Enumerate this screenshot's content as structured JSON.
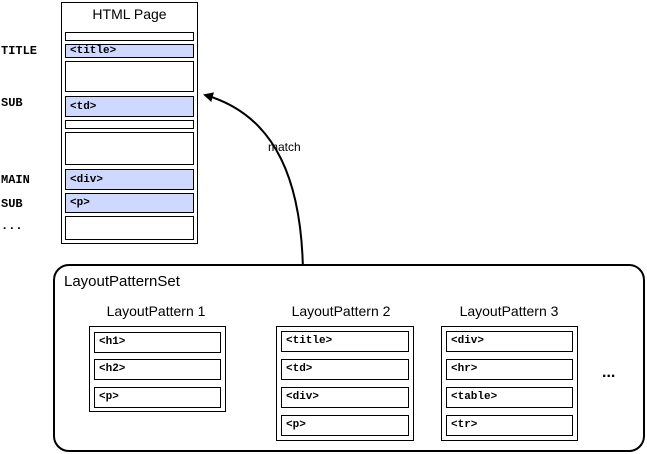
{
  "html_page": {
    "title": "HTML Page",
    "slots": [
      "",
      "<title>",
      "",
      "<td>",
      "",
      "",
      "<div>",
      "<p>",
      ""
    ],
    "roles": [
      "TITLE",
      "SUB",
      "MAIN",
      "SUB",
      "..."
    ]
  },
  "match_label": "match",
  "layout_pattern_set": {
    "title": "LayoutPatternSet",
    "patterns": [
      {
        "title": "LayoutPattern 1",
        "items": [
          "<h1>",
          "<h2>",
          "<p>"
        ]
      },
      {
        "title": "LayoutPattern 2",
        "items": [
          "<title>",
          "<td>",
          "<div>",
          "<p>"
        ]
      },
      {
        "title": "LayoutPattern 3",
        "items": [
          "<div>",
          "<hr>",
          "<table>",
          "<tr>"
        ]
      }
    ],
    "more": "..."
  },
  "colors": {
    "highlight": "#cfd9ff",
    "line": "#000000"
  }
}
